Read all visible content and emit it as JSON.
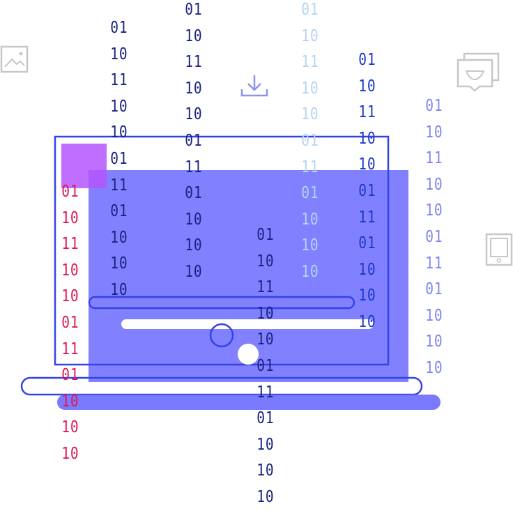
{
  "colors": {
    "screen_fill": "#6b6bff",
    "outline": "#3443e6",
    "accent_square": "#b455ff",
    "white_bar": "#ffffff",
    "col_dark_navy": "#1a2380",
    "col_light_blue": "#b7d3f2",
    "col_royal": "#1d37c8",
    "col_periwinkle": "#7f86ee",
    "col_crimson": "#e0194e",
    "icon_gray": "#c7c7c7",
    "download_icon": "#8a93f0"
  },
  "icons": [
    "image-icon",
    "download-icon",
    "chat-bubbles-icon",
    "tablet-icon"
  ],
  "columns": [
    {
      "name": "binary-column-navy-left",
      "color": "#1a2380",
      "values": [
        "01",
        "10",
        "11",
        "10",
        "10",
        "01",
        "11",
        "01",
        "10",
        "10",
        "10"
      ]
    },
    {
      "name": "binary-column-navy-mid",
      "color": "#1a2380",
      "values": [
        "01",
        "10",
        "11",
        "10",
        "10",
        "01",
        "11",
        "01",
        "10",
        "10",
        "10"
      ]
    },
    {
      "name": "binary-column-light",
      "color": "#b7d3f2",
      "values": [
        "01",
        "10",
        "11",
        "10",
        "10",
        "01",
        "11",
        "01",
        "10",
        "10",
        "10"
      ]
    },
    {
      "name": "binary-column-royal",
      "color": "#1d37c8",
      "values": [
        "01",
        "10",
        "11",
        "10",
        "10",
        "01",
        "11",
        "01",
        "10",
        "10",
        "10"
      ]
    },
    {
      "name": "binary-column-periwinkle",
      "color": "#7f86ee",
      "values": [
        "01",
        "10",
        "11",
        "10",
        "10",
        "01",
        "11",
        "01",
        "10",
        "10",
        "10"
      ]
    },
    {
      "name": "binary-column-crimson",
      "color": "#e0194e",
      "values": [
        "01",
        "10",
        "11",
        "10",
        "10",
        "01",
        "11",
        "01",
        "10",
        "10",
        "10"
      ]
    },
    {
      "name": "binary-column-navy-bottom",
      "color": "#1a2380",
      "values": [
        "01",
        "10",
        "11",
        "10",
        "10",
        "01",
        "11",
        "01",
        "10",
        "10",
        "10"
      ]
    }
  ]
}
